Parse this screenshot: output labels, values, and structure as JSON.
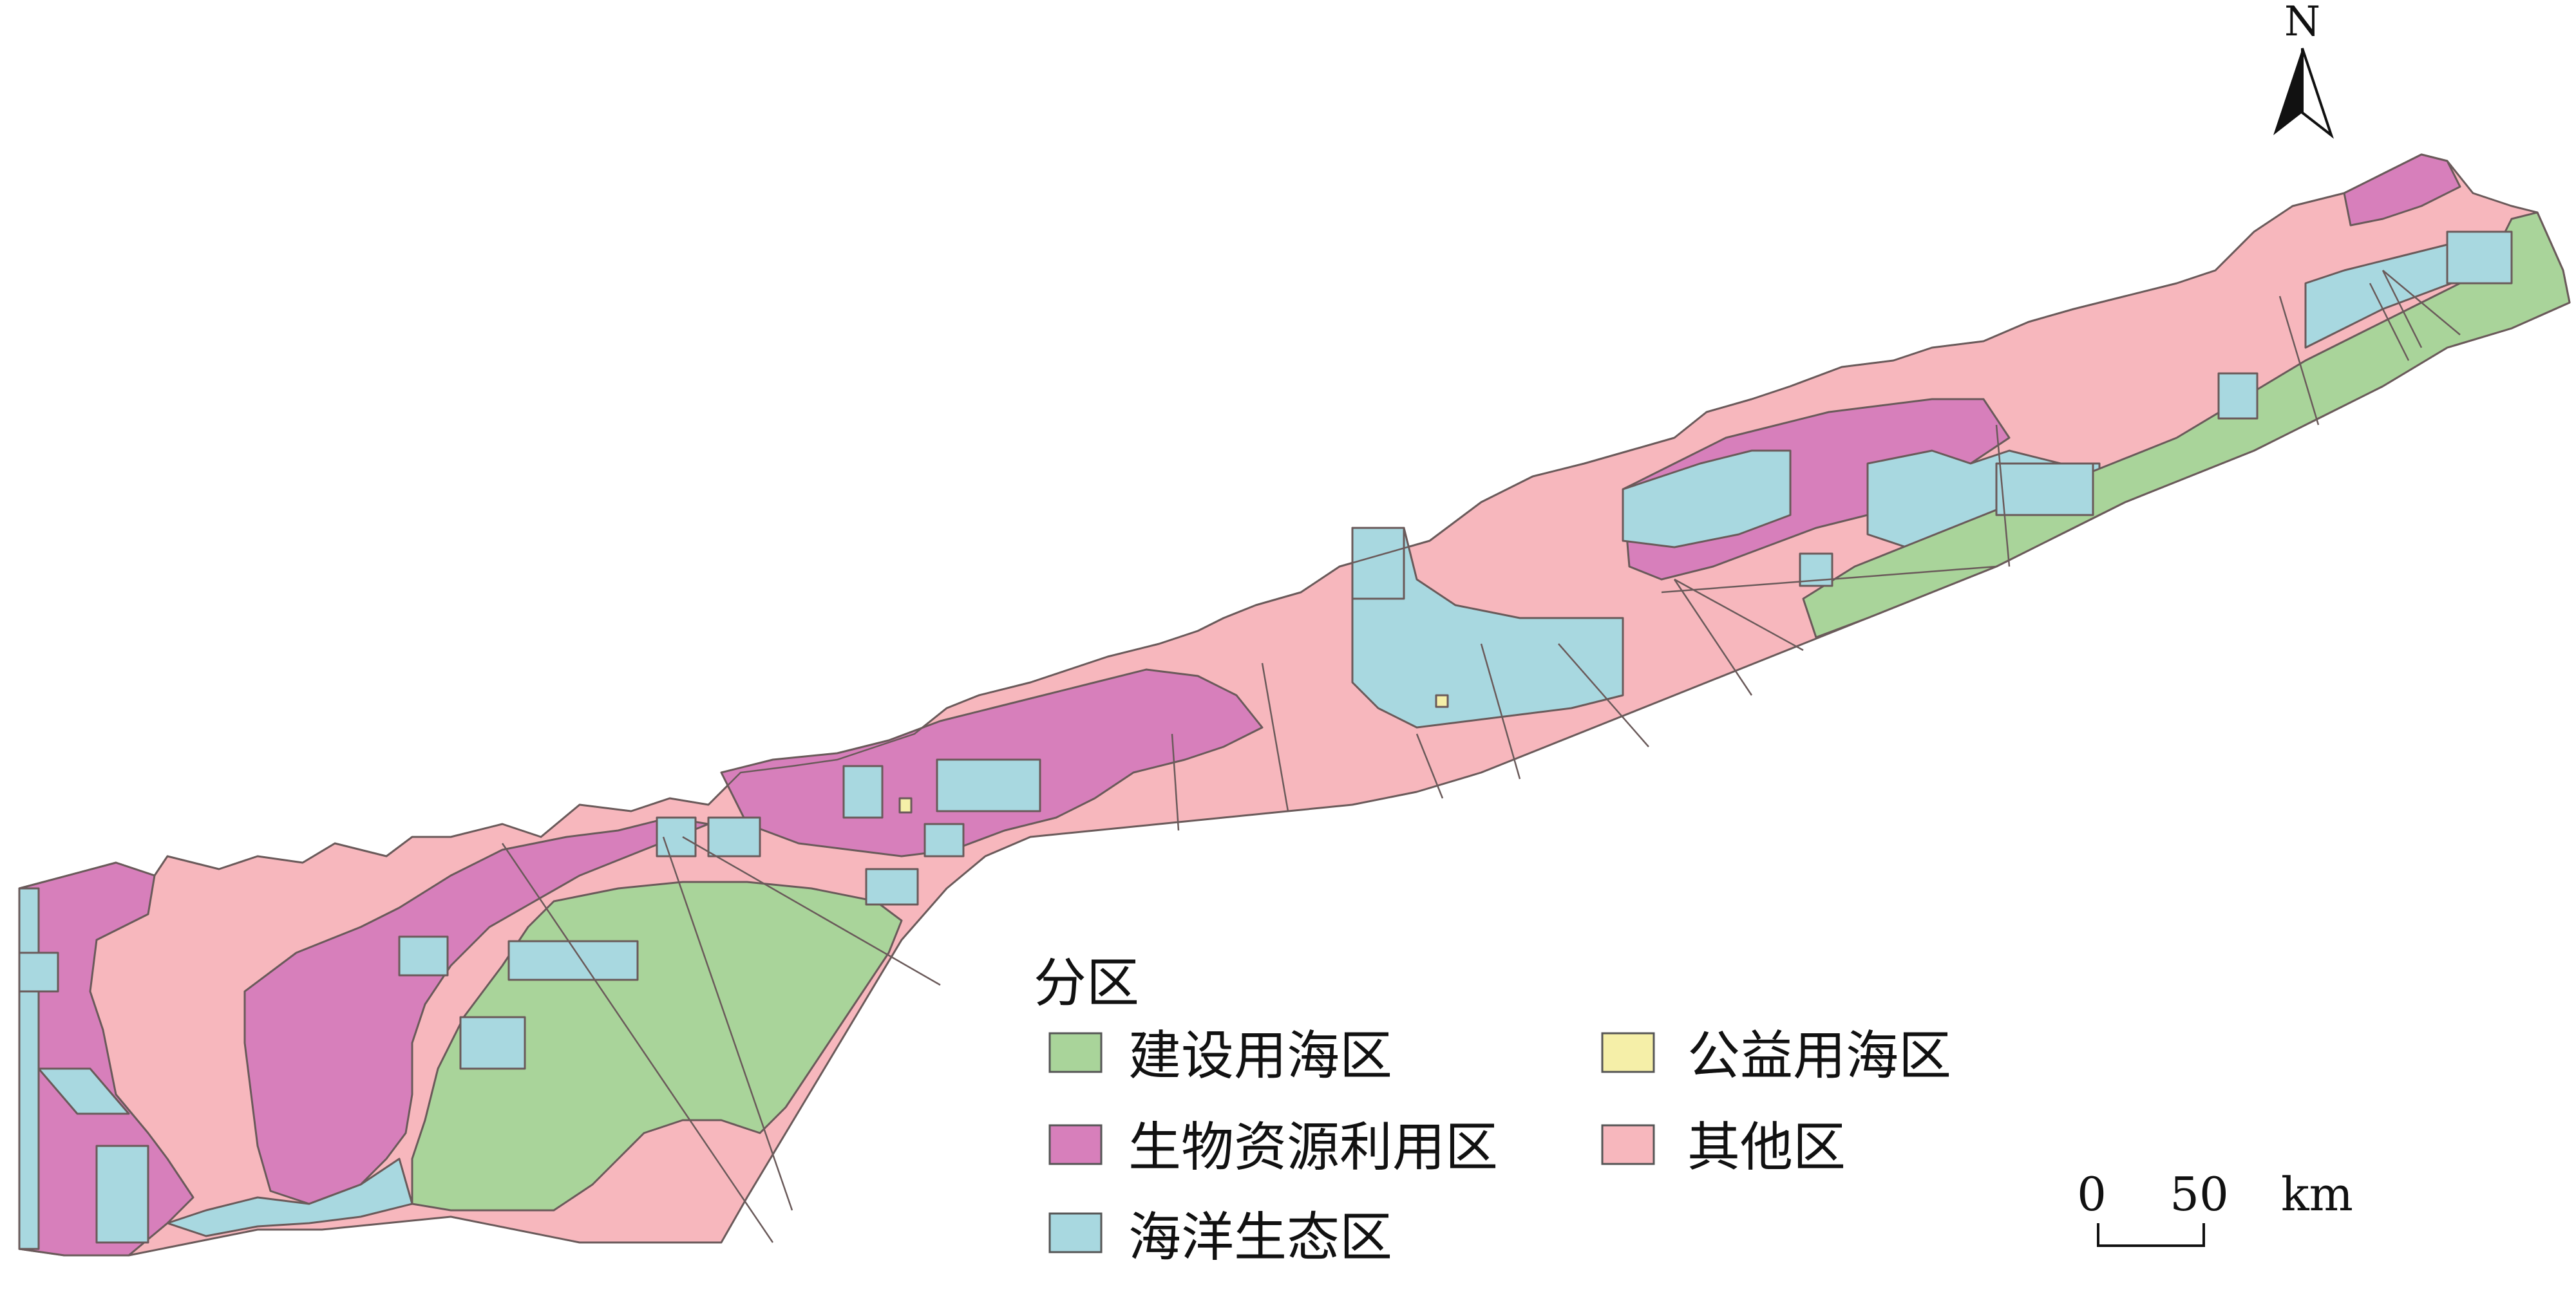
{
  "north_arrow": {
    "label": "N"
  },
  "legend": {
    "title": "分区",
    "items": [
      {
        "key": "construction",
        "label": "建设用海区",
        "color": "#a9d49a"
      },
      {
        "key": "public",
        "label": "公益用海区",
        "color": "#f5efa8"
      },
      {
        "key": "biological",
        "label": "生物资源利用区",
        "color": "#d77fbb"
      },
      {
        "key": "other",
        "label": "其他区",
        "color": "#f7b7bd"
      },
      {
        "key": "ecological",
        "label": "海洋生态区",
        "color": "#a8d8e0"
      }
    ]
  },
  "scale_bar": {
    "start": "0",
    "end": "50",
    "unit": "km"
  },
  "colors": {
    "boundary": "#6a5a5a",
    "background": "#ffffff"
  }
}
